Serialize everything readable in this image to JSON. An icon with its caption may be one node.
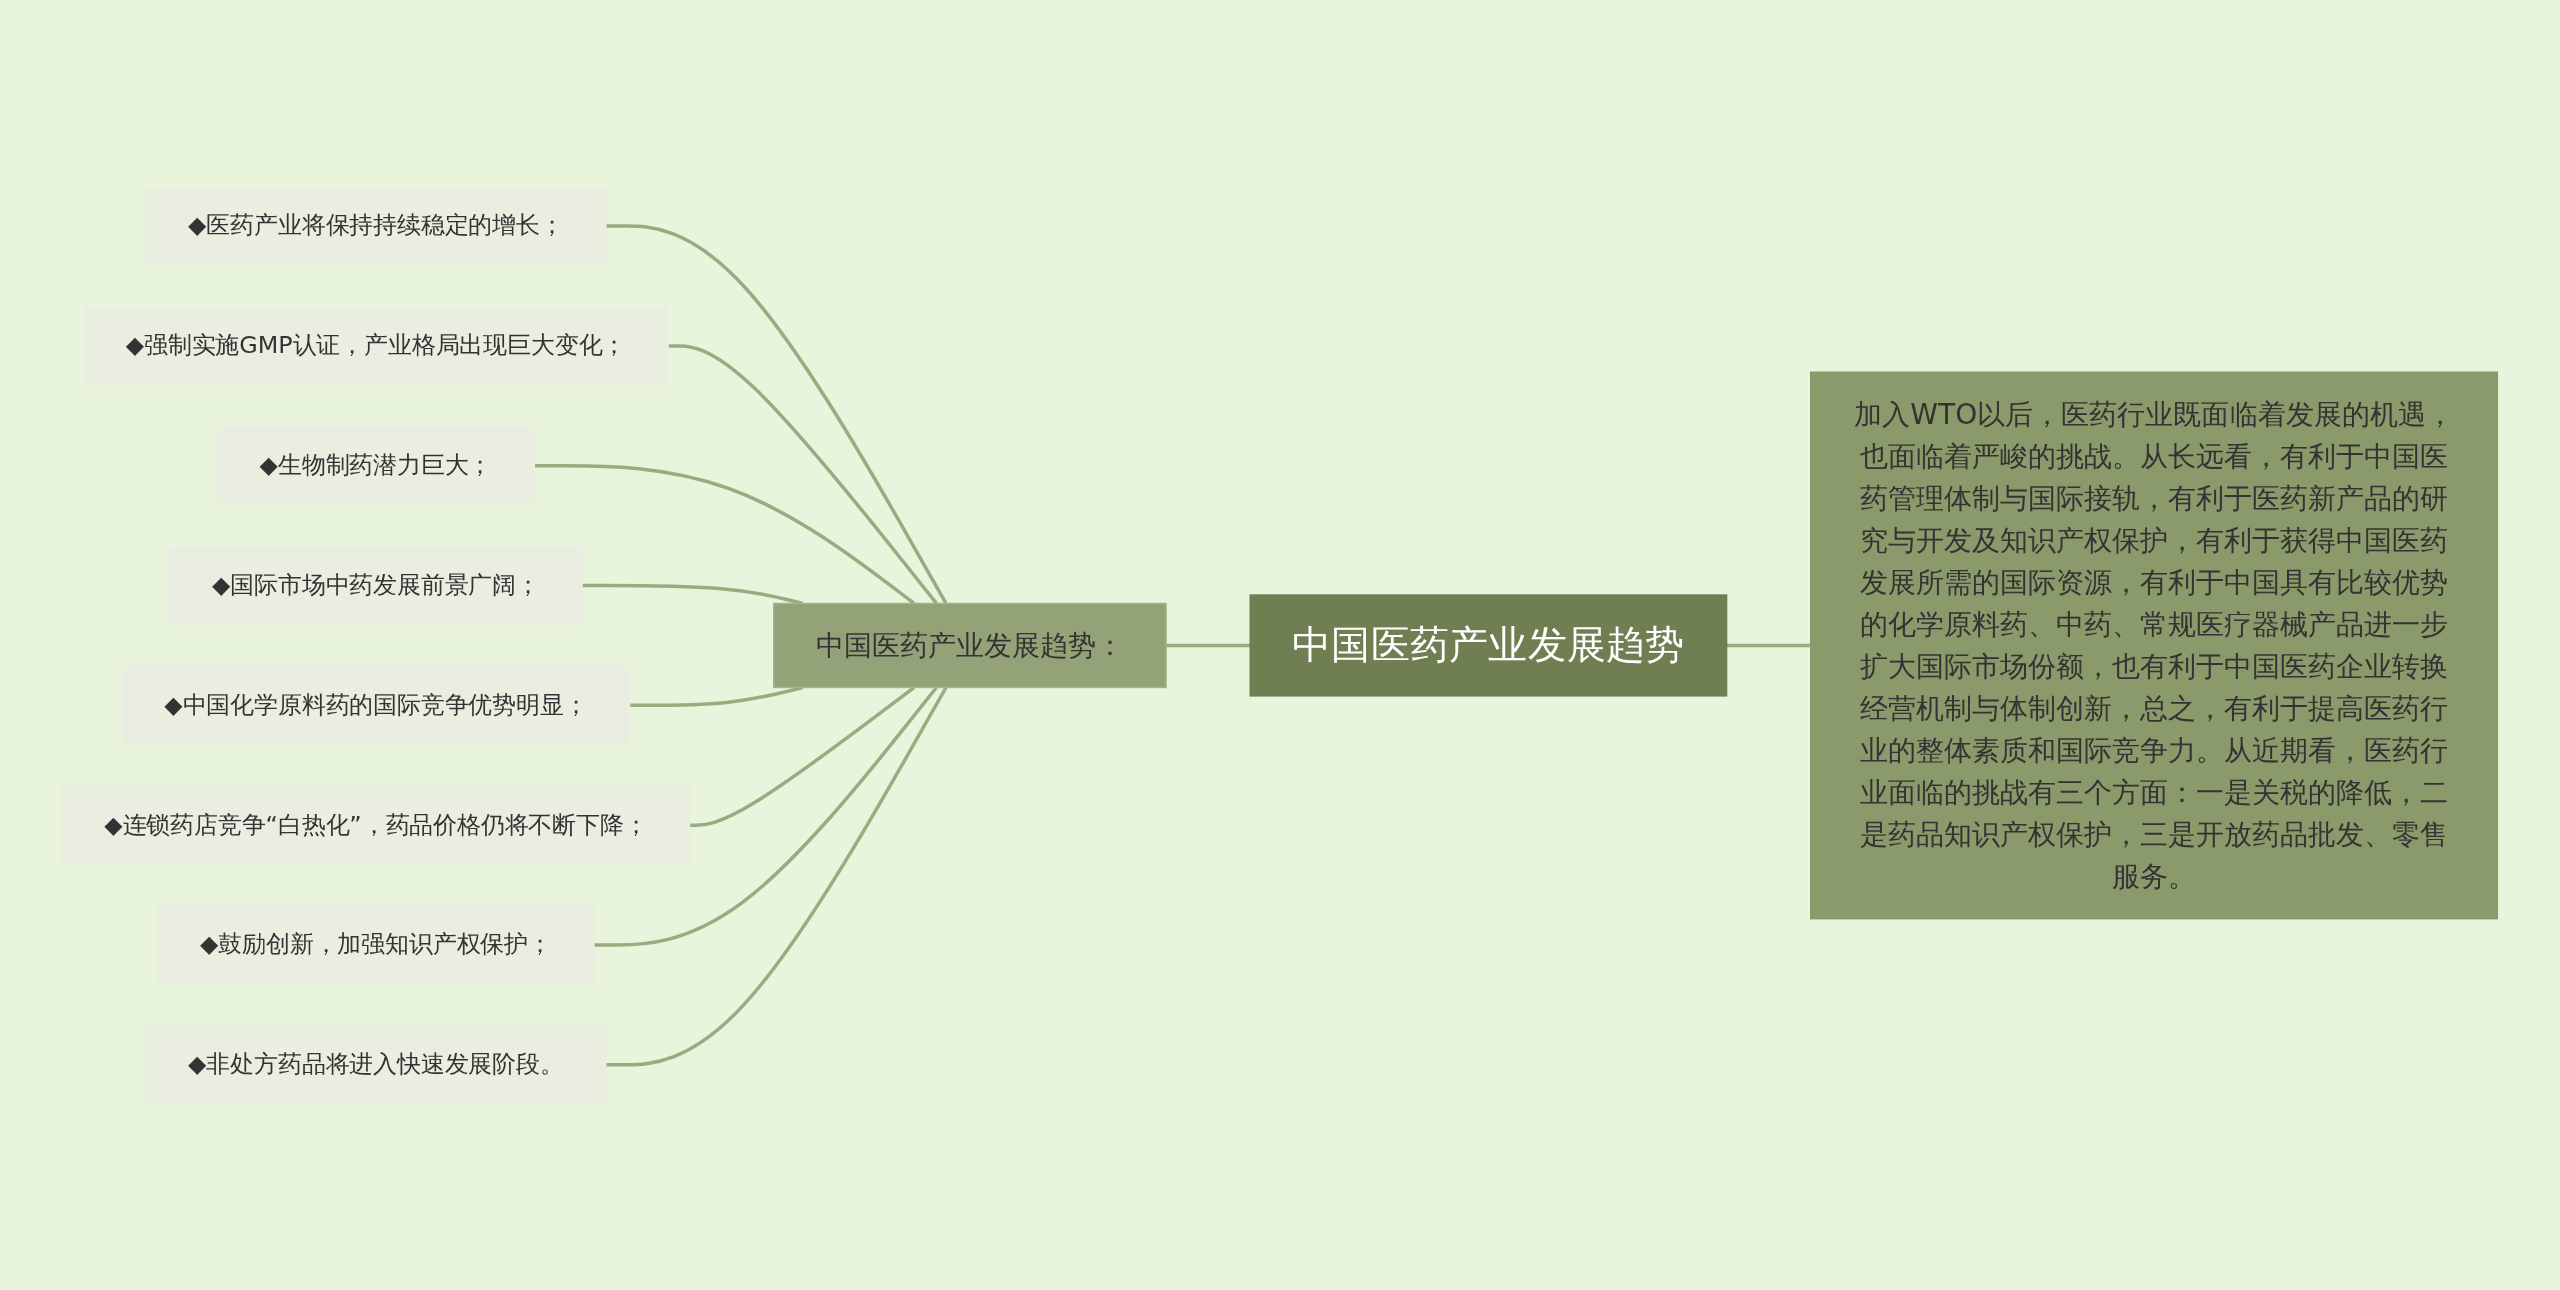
{
  "diagram": {
    "nodes": [
      {
        "text": [
          "中国医药产业发展趋势"
        ]
      },
      {
        "text": [
          "中国医药产业发展趋势："
        ]
      },
      {
        "text": [
          "◆医药产业将保持持续稳定的增长；"
        ]
      },
      {
        "text": [
          "◆强制实施GMP认证，产业格局出现巨大变化；"
        ]
      },
      {
        "text": [
          "◆生物制药潜力巨大；"
        ]
      },
      {
        "text": [
          "◆国际市场中药发展前景广阔；"
        ]
      },
      {
        "text": [
          "◆中国化学原料药的国际竞争优势明显；"
        ]
      },
      {
        "text": [
          "◆连锁药店竞争“白热化”，药品价格仍将不断下降；"
        ]
      },
      {
        "text": [
          "◆鼓励创新，加强知识产权保护；"
        ]
      },
      {
        "text": [
          "◆非处方药品将进入快速发展阶段。"
        ]
      },
      {
        "text": [
          "加入WTO以后，医药行业既面临着发展的机遇，也面临着严峻的挑战。从长远看，有利于中国医药管理体制与国际接轨，有利于医药新产品的研究与开发及知识产权保护，有利于获得中国医药发展所需的国际资源，有利于中国具有比较优势的化学原料药、中药、常规医疗器械产品进一步扩大国际市场份额，也有利于中国医药企业转换经营机制与体制创新，总之，有利于提高医药行业的整体素质和国际竞争力。从近期看，医药行业面临的挑战有三个方面：一是关税的降低，二是药品知识产权保护，三是开放药品批发、零售服务。"
        ]
      }
    ],
    "edges": [
      {
        "from": 0,
        "to": 1,
        "arrow": "none"
      },
      {
        "from": 1,
        "to": 2,
        "arrow": "none"
      },
      {
        "from": 1,
        "to": 3,
        "arrow": "none"
      },
      {
        "from": 1,
        "to": 4,
        "arrow": "none"
      },
      {
        "from": 1,
        "to": 5,
        "arrow": "none"
      },
      {
        "from": 1,
        "to": 6,
        "arrow": "none"
      },
      {
        "from": 1,
        "to": 7,
        "arrow": "none"
      },
      {
        "from": 1,
        "to": 8,
        "arrow": "none"
      },
      {
        "from": 1,
        "to": 9,
        "arrow": "none"
      },
      {
        "from": 0,
        "to": 10,
        "arrow": "none"
      }
    ]
  }
}
